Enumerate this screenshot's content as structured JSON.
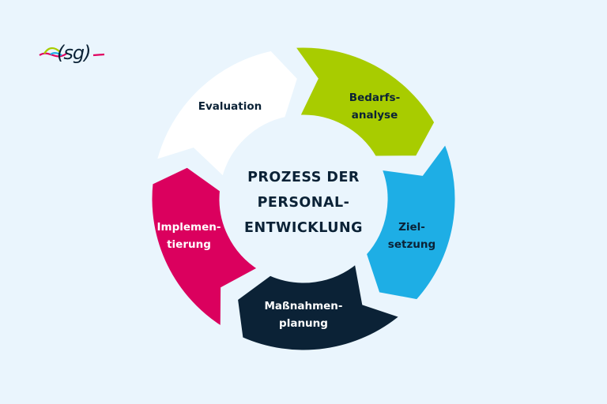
{
  "logo": {
    "text": "(sg)",
    "colors": {
      "pink": "#E0005F",
      "green": "#A8CC00",
      "blue": "#1EAEE5",
      "dark": "#0B2236"
    }
  },
  "diagram": {
    "title_lines": [
      "PROZESS DER",
      "PERSONAL-",
      "ENTWICKLUNG"
    ],
    "background": "#EAF5FD",
    "steps": [
      {
        "id": "bedarfsanalyse",
        "lines": [
          "Bedarfs-",
          "analyse"
        ],
        "color": "#A8CC00",
        "text_color": "#0B2236"
      },
      {
        "id": "zielsetzung",
        "lines": [
          "Ziel-",
          "setzung"
        ],
        "color": "#1EAEE5",
        "text_color": "#0B2236"
      },
      {
        "id": "massnahmenplanung",
        "lines": [
          "Maßnahmen-",
          "planung"
        ],
        "color": "#0B2236",
        "text_color": "#FFFFFF"
      },
      {
        "id": "implementierung",
        "lines": [
          "Implemen-",
          "tierung"
        ],
        "color": "#DB005E",
        "text_color": "#FFFFFF"
      },
      {
        "id": "evaluation",
        "lines": [
          "Evaluation"
        ],
        "color": "#FFFFFF",
        "text_color": "#0B2236"
      }
    ]
  }
}
